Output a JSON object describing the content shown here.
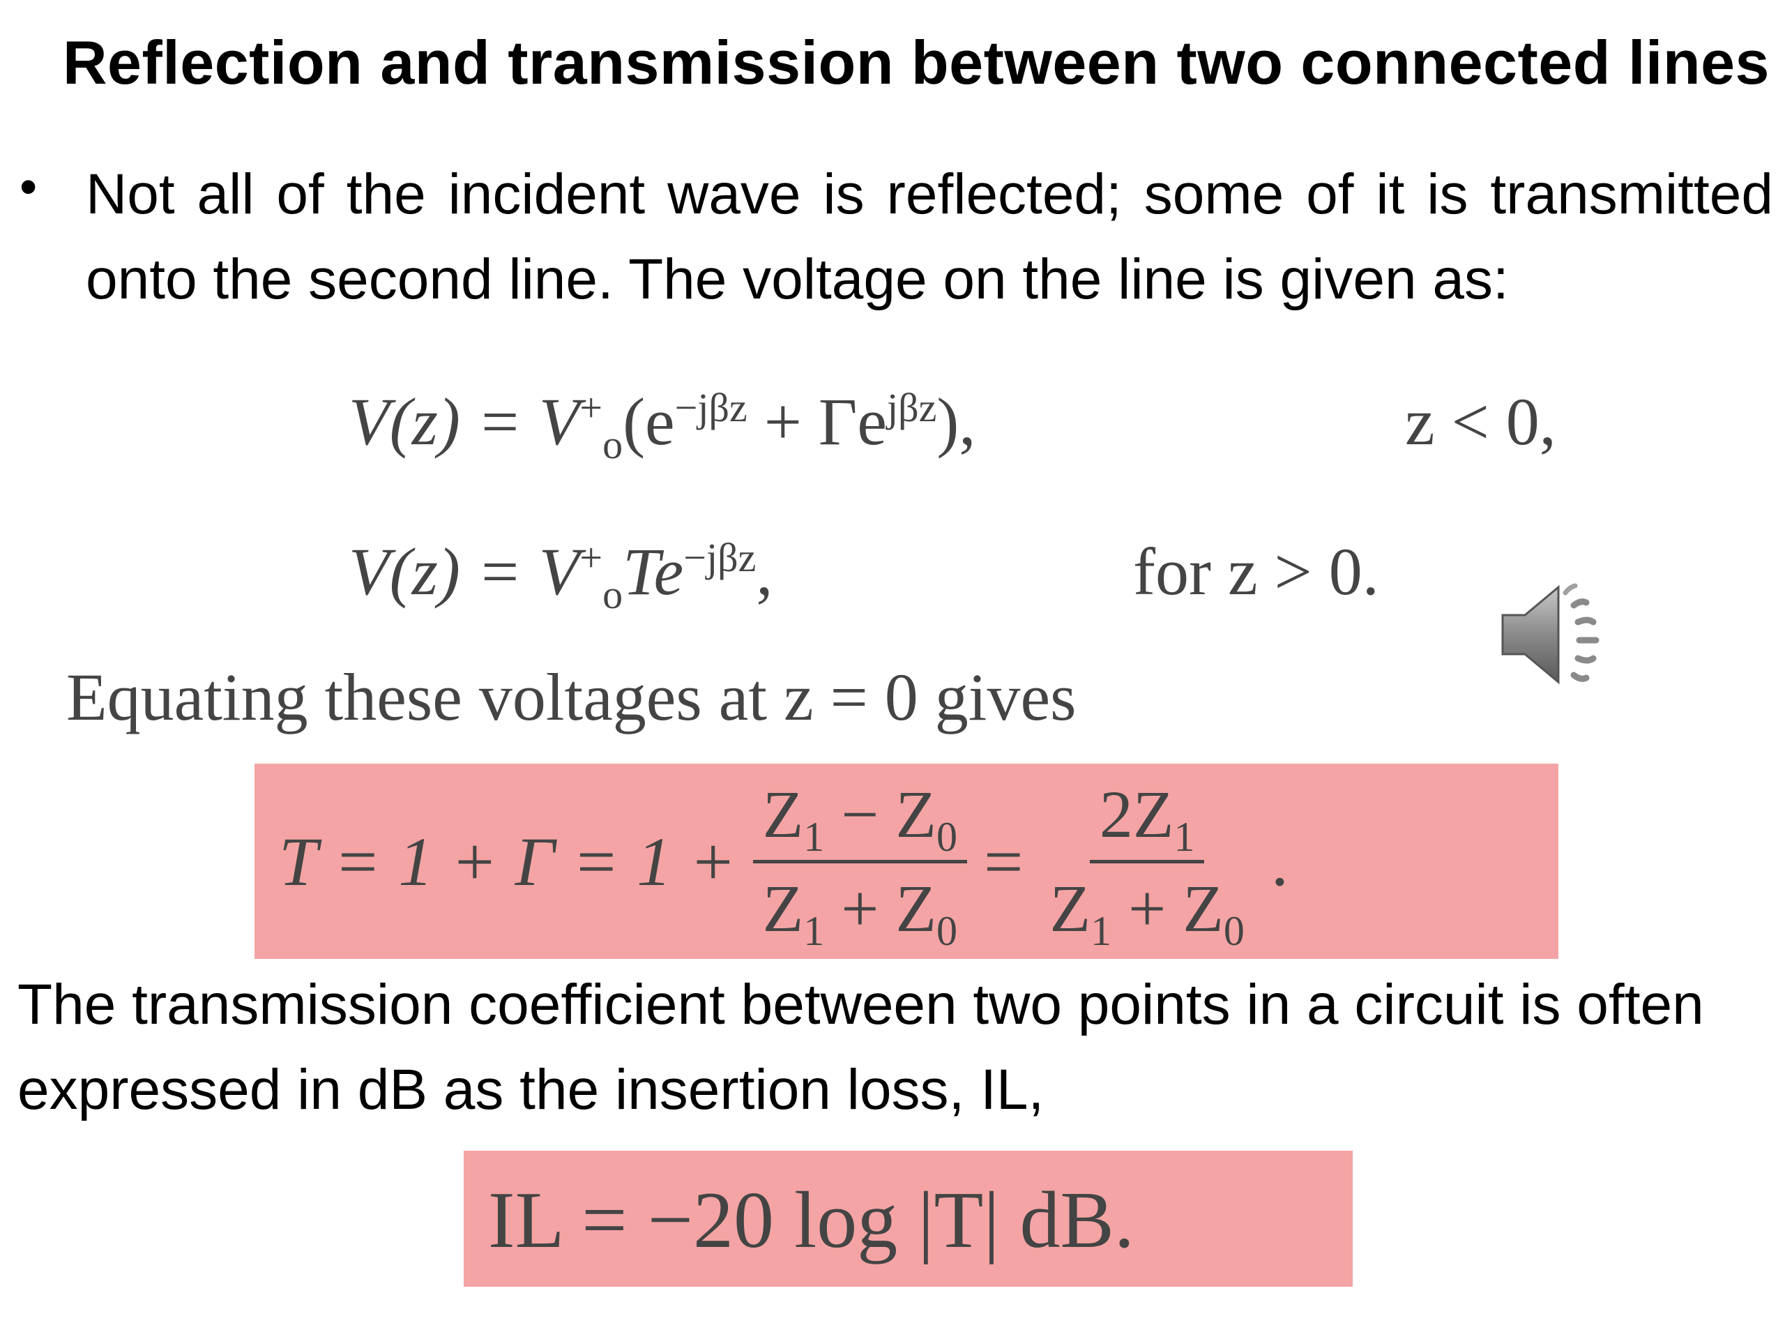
{
  "slide": {
    "title": "Reflection and transmission between two connected lines",
    "bullet_symbol": "•",
    "bullet_text": "Not all of the incident wave is reflected; some of it is transmitted onto the second line. The voltage on the line is given as:",
    "equating_text": "Equating these voltages at z = 0 gives",
    "transmission_text": "The transmission coefficient between two points in a circuit is often expressed in dB as the insertion loss, IL,"
  },
  "equations": {
    "v1_lhs": "V(z) = V",
    "v1_sup": "+",
    "v1_sub": "o",
    "v1_paren_open": "(e",
    "v1_exp1": "−jβz",
    "v1_mid": " + Γe",
    "v1_exp2": "jβz",
    "v1_close": "),",
    "v1_condition": "z < 0,",
    "v2_lhs": "V(z) = V",
    "v2_sup": "+",
    "v2_sub": "o",
    "v2_mid": "Te",
    "v2_exp": "−jβz",
    "v2_comma": ",",
    "v2_condition": "for z > 0.",
    "t_lhs": "T = 1 + Γ = 1 +",
    "t_frac1_num": "Z",
    "t_frac1_num_sub1": "1",
    "t_frac1_num_op": " − Z",
    "t_frac1_num_sub2": "0",
    "t_frac1_den": "Z",
    "t_frac1_den_sub1": "1",
    "t_frac1_den_op": " + Z",
    "t_frac1_den_sub2": "0",
    "t_equals": "=",
    "t_frac2_num": "2Z",
    "t_frac2_num_sub": "1",
    "t_frac2_den": "Z",
    "t_frac2_den_sub1": "1",
    "t_frac2_den_op": " + Z",
    "t_frac2_den_sub2": "0",
    "t_period": ".",
    "il": "IL = −20 log |T| dB."
  },
  "colors": {
    "highlight": "#f4a4a4",
    "math_text": "#444444"
  },
  "icons": {
    "audio": "speaker-icon"
  }
}
